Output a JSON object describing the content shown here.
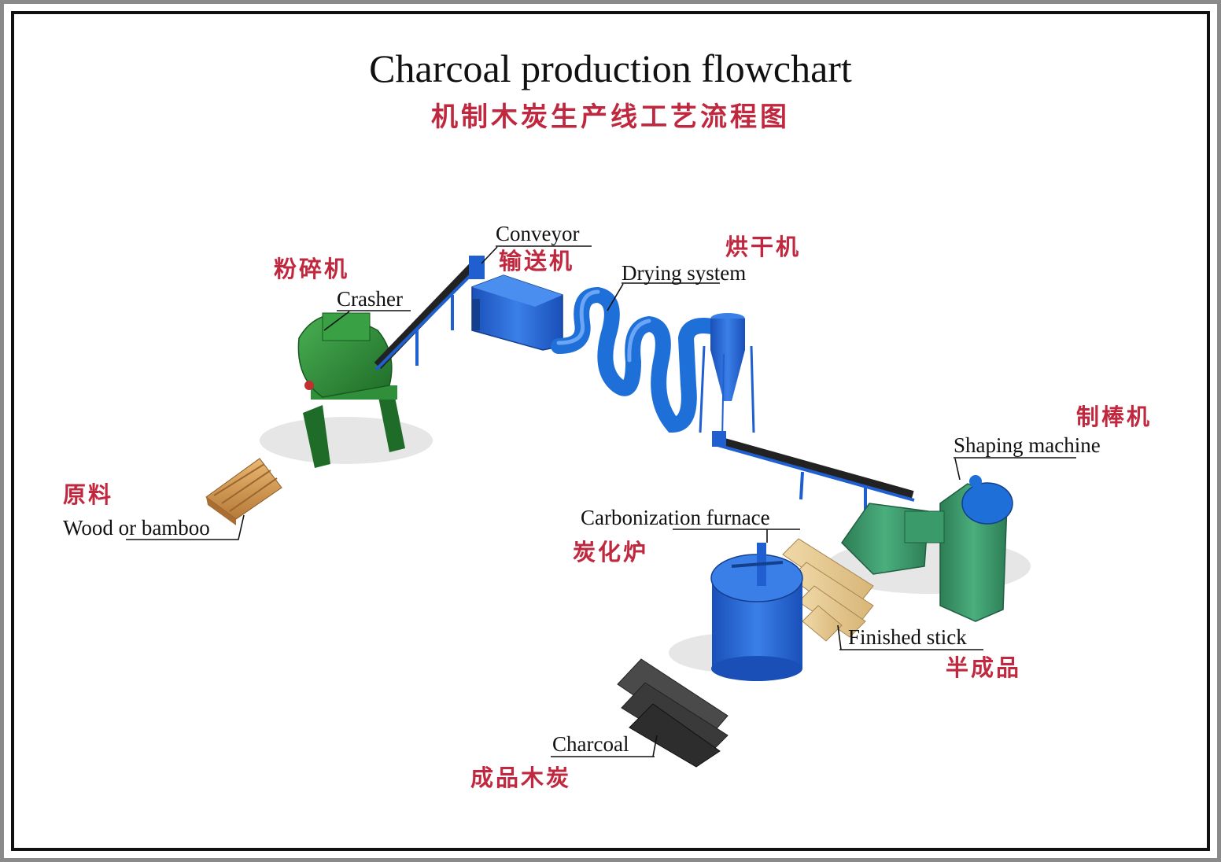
{
  "title": "Charcoal production flowchart",
  "subtitle": "机制木炭生产线工艺流程图",
  "stages": {
    "raw": {
      "en": "Wood or bamboo",
      "cn": "原料"
    },
    "crasher": {
      "en": "Crasher",
      "cn": "粉碎机"
    },
    "conveyor": {
      "en": "Conveyor",
      "cn": "输送机"
    },
    "drying": {
      "en": "Drying system",
      "cn": "烘干机"
    },
    "shaping": {
      "en": "Shaping machine",
      "cn": "制棒机"
    },
    "furnace": {
      "en": "Carbonization furnace",
      "cn": "炭化炉"
    },
    "stick": {
      "en": "Finished stick",
      "cn": "半成品"
    },
    "charcoal": {
      "en": "Charcoal",
      "cn": "成品木炭"
    }
  },
  "colors": {
    "machine_green": "#2f8f3a",
    "machine_blue": "#1f5fd0",
    "shaper_green": "#3b9a6a",
    "label_red": "#c0283f",
    "wood": "#d9a05a",
    "charcoal": "#3a3a3a"
  }
}
